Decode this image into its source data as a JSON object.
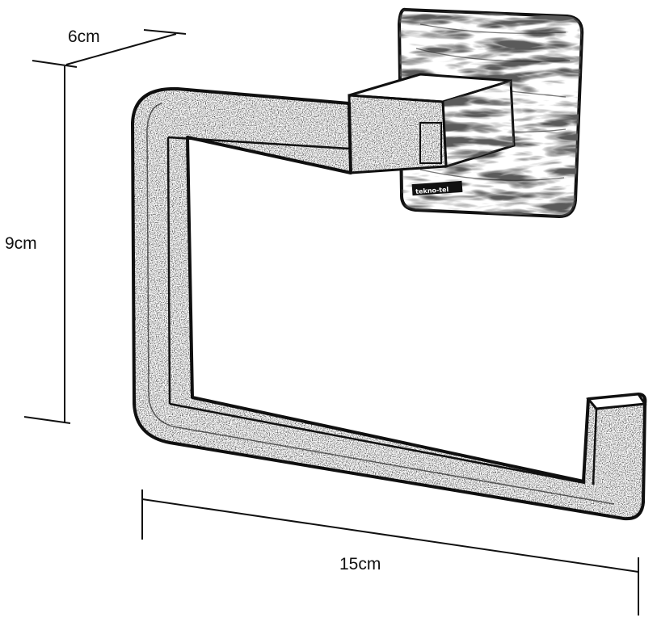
{
  "dimensions": {
    "depth": "6cm",
    "height": "9cm",
    "width": "15cm"
  },
  "product": {
    "brand": "tekno-tel"
  },
  "colors": {
    "line": "#111111",
    "background": "#ffffff",
    "plate_fill": "#3a3a3a",
    "texture": "#8a8a8a"
  }
}
